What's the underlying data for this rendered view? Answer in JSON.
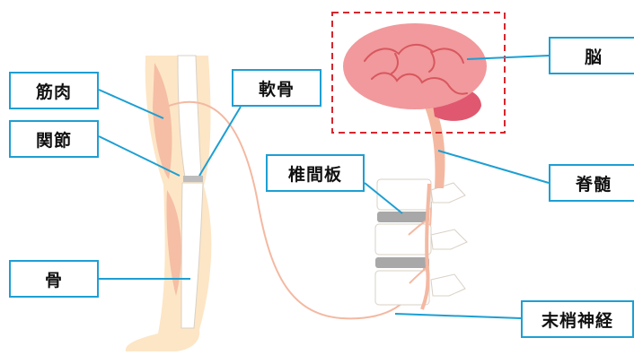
{
  "colors": {
    "label_border": "#1d9fd3",
    "leader_line": "#1d9fd3",
    "highlight_box": "#d6262e",
    "skin": "#fde6c6",
    "muscle": "#f5bea5",
    "brain": "#f1999c",
    "nerve": "#f4b8a1"
  },
  "labels": {
    "muscle": "筋肉",
    "joint": "関節",
    "cartilage": "軟骨",
    "bone": "骨",
    "brain": "脳",
    "spinal_cord": "脊髄",
    "disc": "椎間板",
    "peripheral_nerve": "末梢神経"
  }
}
